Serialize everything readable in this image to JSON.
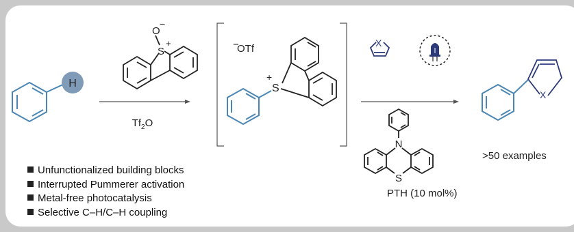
{
  "reagent": {
    "tf2o_main": "Tf",
    "tf2o_sub": "2",
    "tf2o_tail": "O",
    "oxide_o": "O",
    "oxide_minus": "−",
    "oxide_s": "S",
    "oxide_plus": "+"
  },
  "substrate": {
    "h_label": "H"
  },
  "intermediate": {
    "counterion_minus": "−",
    "counterion": "OTf",
    "s_plus": "+",
    "s_label": "S"
  },
  "heteroarene": {
    "x_label": "X"
  },
  "catalyst": {
    "n_label": "N",
    "s_label": "S",
    "name": "PTH (10 mol%)"
  },
  "product": {
    "x_label": "X",
    "examples": ">50 examples"
  },
  "features": [
    "Unfunctionalized building blocks",
    "Interrupted Pummerer activation",
    "Metal-free photocatalysis",
    "Selective C–H/C–H coupling"
  ],
  "colors": {
    "accent_blue": "#4a86b3",
    "h_circle": "#7f9bb8",
    "navy": "#2d3a7a",
    "ink": "#222222"
  }
}
